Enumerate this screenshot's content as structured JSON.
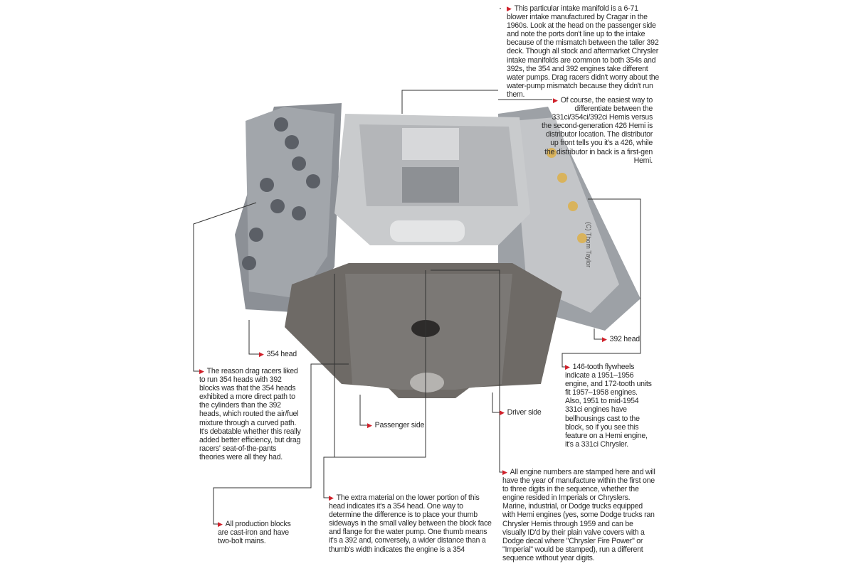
{
  "captions": {
    "intake": "This particular intake manifold is a 6-71 blower intake manufactured by Cragar in the 1960s. Look at the head on the passenger side and note the ports don't line up to the intake because of the mismatch between the taller 392 deck. Though all stock and aftermarket Chrysler intake manifolds are common to both 354s and 392s, the 354 and 392 engines take different water pumps. Drag racers didn't worry about the water-pump mismatch because they didn't run them.",
    "distributor": "Of course, the easiest way to differentiate between the 331ci/354ci/392ci Hemis versus the second-generation 426 Hemi is distributor location. The distributor up front tells you it's a 426, while the distributor in back is a first-gen Hemi.",
    "head_392": "392 head",
    "head_354": "354 head",
    "drag_racers": "The reason drag racers liked to run 354 heads with 392 blocks was that the 354 heads exhibited a more direct path to the cylinders than the 392 heads, which routed the air/fuel mixture through a curved path. It's debatable whether this really added better efficiency, but drag racers' seat-of-the-pants theories were all they had.",
    "passenger_side": "Passenger side",
    "driver_side": "Driver side",
    "flywheels": "146-tooth flywheels indicate a 1951–1956 engine, and 172-tooth units fit 1957–1958 engines. Also, 1951 to mid-1954 331ci engines have bellhousings cast to the block, so if you see this feature on a Hemi engine, it's a 331ci Chrysler.",
    "production_blocks": "All production blocks are cast-iron and have two-bolt mains.",
    "extra_material": "The extra material on the lower portion of this head indicates it's a 354 head. One way to determine the difference is to place your thumb sideways in the small valley between the block face and flange for the water pump. One thumb means it's a 392 and, conversely, a wider distance than a thumb's width indicates the engine is a 354",
    "engine_numbers": "All engine numbers are stamped here and will have the year of manufacture within the first one to three digits in the sequence, whether the engine resided in Imperials or Chryslers. Marine, industrial, or Dodge trucks equipped with Hemi engines (yes, some Dodge trucks ran Chrysler Hemis through 1959 and can be visually ID'd by their plain valve covers with a Dodge decal where \"Chrysler Fire Power\" or \"Imperial\" would be stamped), run a different sequence without year digits."
  },
  "credit": "(C) Thom Taylor",
  "arrow_glyph": "▶",
  "colors": {
    "accent": "#d0202a",
    "leader": "#333333"
  }
}
